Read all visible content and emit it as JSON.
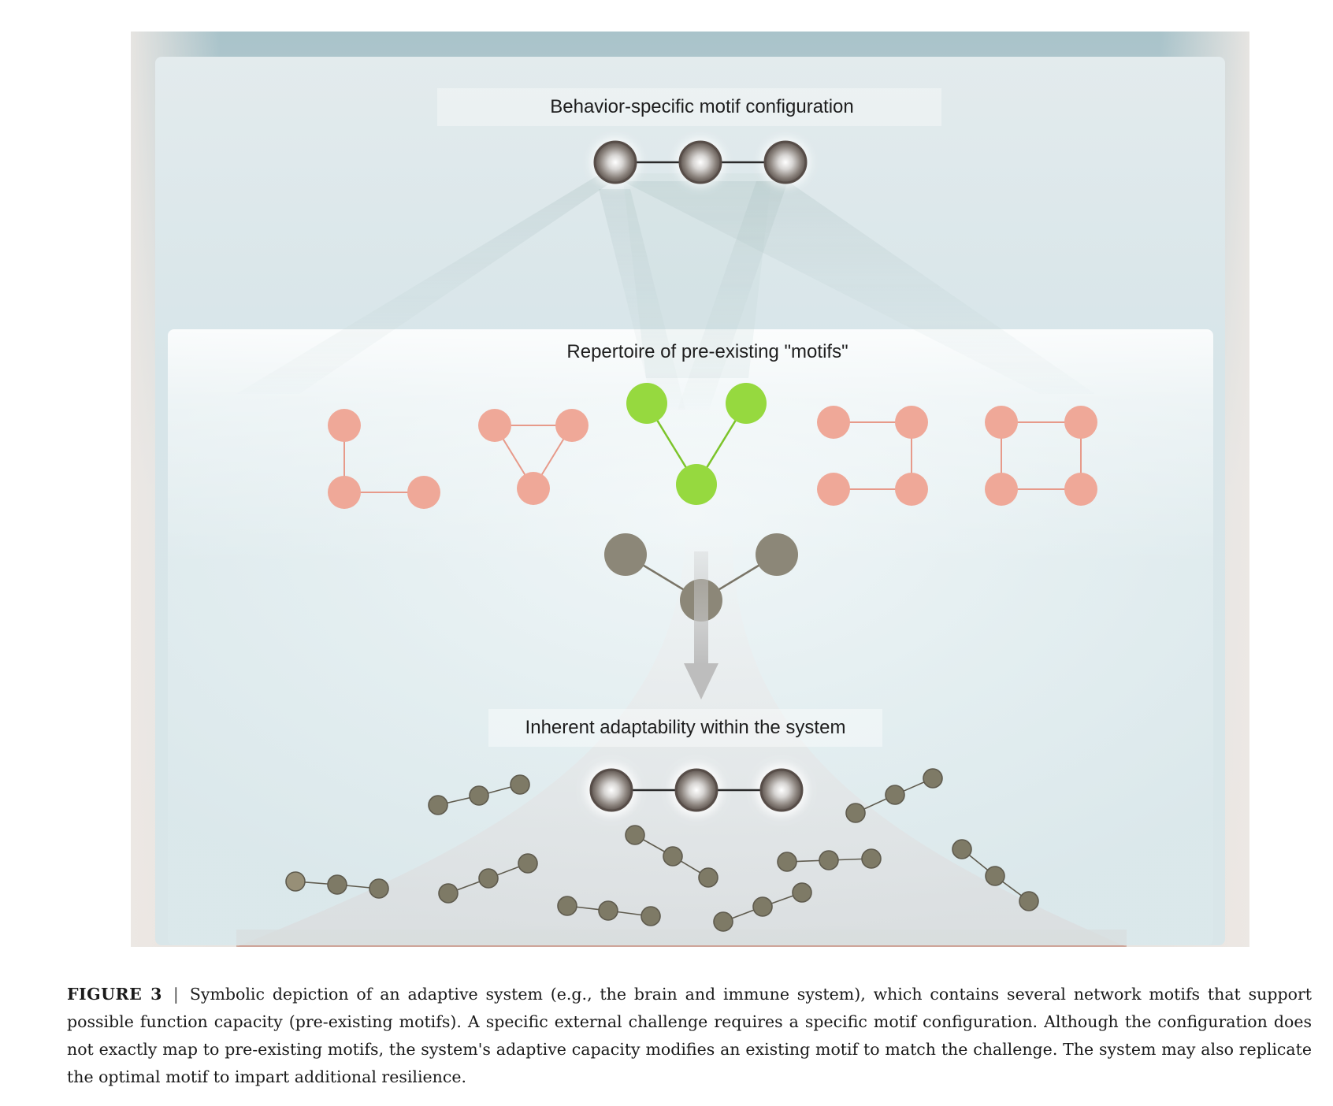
{
  "labels": {
    "top": "Behavior-specific motif configuration",
    "middle": "Repertoire of pre-existing \"motifs\"",
    "bottom": "Inherent adaptability within the system"
  },
  "caption": {
    "figure_number": "FIGURE 3",
    "separator": "|",
    "text": "Symbolic depiction of an adaptive system (e.g., the brain and immune system), which contains several network motifs that support possible function capacity (pre-existing motifs). A specific external challenge requires a specific motif configuration. Although the configuration does not exactly map to pre-existing motifs, the system's adaptive capacity modifies an existing motif to match the challenge. The system may also replicate the optimal motif to impart additional resilience."
  },
  "colors": {
    "repertoire_motif": "#efa898",
    "selected_motif": "#96d93f",
    "modified_motif": "#8c8778",
    "small_motif": "#7e7a66",
    "glow_node": "#6e655e",
    "outer_frame": "#a9c3ca",
    "inner_panel": "#dde9ec",
    "funnel": "#e0a9a6"
  }
}
